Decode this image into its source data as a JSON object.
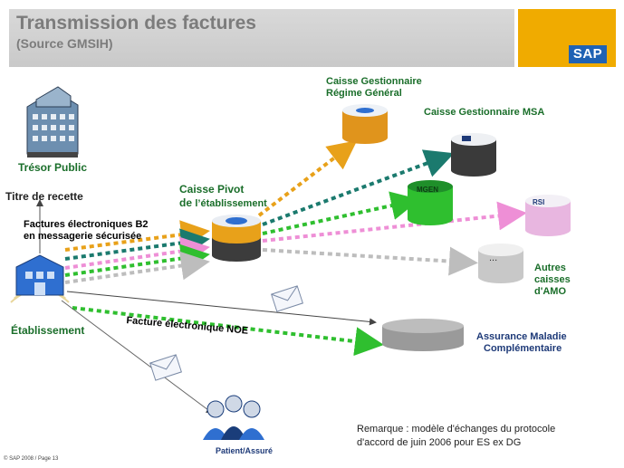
{
  "header": {
    "title": "Transmission des factures",
    "subtitle": "(Source GMSIH)",
    "logo_text": "SAP",
    "logo_color": "#f0ab00"
  },
  "nodes": {
    "tresor": "Trésor Public",
    "titre_recette": "Titre de recette",
    "factures_b2_line1": "Factures électroniques B2",
    "factures_b2_line2": "en messagerie sécurisée",
    "etablissement": "Établissement",
    "caisse_pivot_line1": "Caisse Pivot",
    "caisse_pivot_de": "de",
    "caisse_pivot_rest": "l’établissement",
    "caisse_regime_line1": "Caisse Gestionnaire",
    "caisse_regime_line2": "Régime Général",
    "caisse_msa": "Caisse Gestionnaire MSA",
    "mgen": "MGEN",
    "rsi": "RSI",
    "autres_line1": "Autres",
    "autres_line2": "caisses",
    "autres_line3": "d'AMO",
    "autres_dots": "...",
    "facture_noe": "Facture électronique NOE",
    "assurance_line1": "Assurance Maladie",
    "assurance_line2": "Complémentaire",
    "patient": "Patient/Assuré"
  },
  "remark": {
    "line1": "Remarque : modèle d'échanges du protocole",
    "line2": "d'accord de juin 2006 pour ES ex DG"
  },
  "footer": "© SAP 2008 / Page 13",
  "icons": [
    "building-icon",
    "hospital-icon",
    "envelope-icon",
    "people-icon",
    "database-icon"
  ]
}
